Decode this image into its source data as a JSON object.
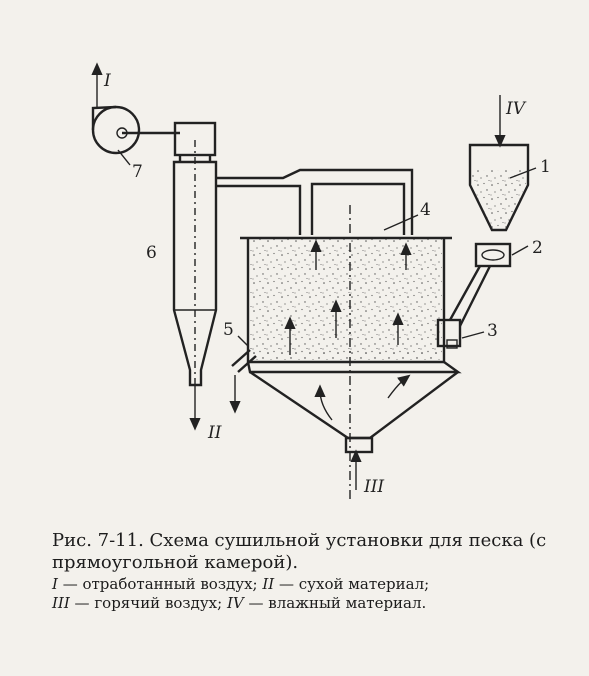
{
  "figure": {
    "labels": {
      "n1": "1",
      "n2": "2",
      "n3": "3",
      "n4": "4",
      "n5": "5",
      "n6": "6",
      "n7": "7",
      "stream_I": "I",
      "stream_II": "II",
      "stream_III": "III",
      "stream_IV": "IV"
    },
    "caption": "Рис. 7-11. Схема сушильной установки для песка (с прямоугольной камерой).",
    "legend": [
      {
        "key": "I",
        "text": " — отработанный воздух; "
      },
      {
        "key": "II",
        "text": " — сухой материал;"
      },
      {
        "key": "III",
        "text": " — горячий воздух; "
      },
      {
        "key": "IV",
        "text": " — влажный материал."
      }
    ]
  }
}
